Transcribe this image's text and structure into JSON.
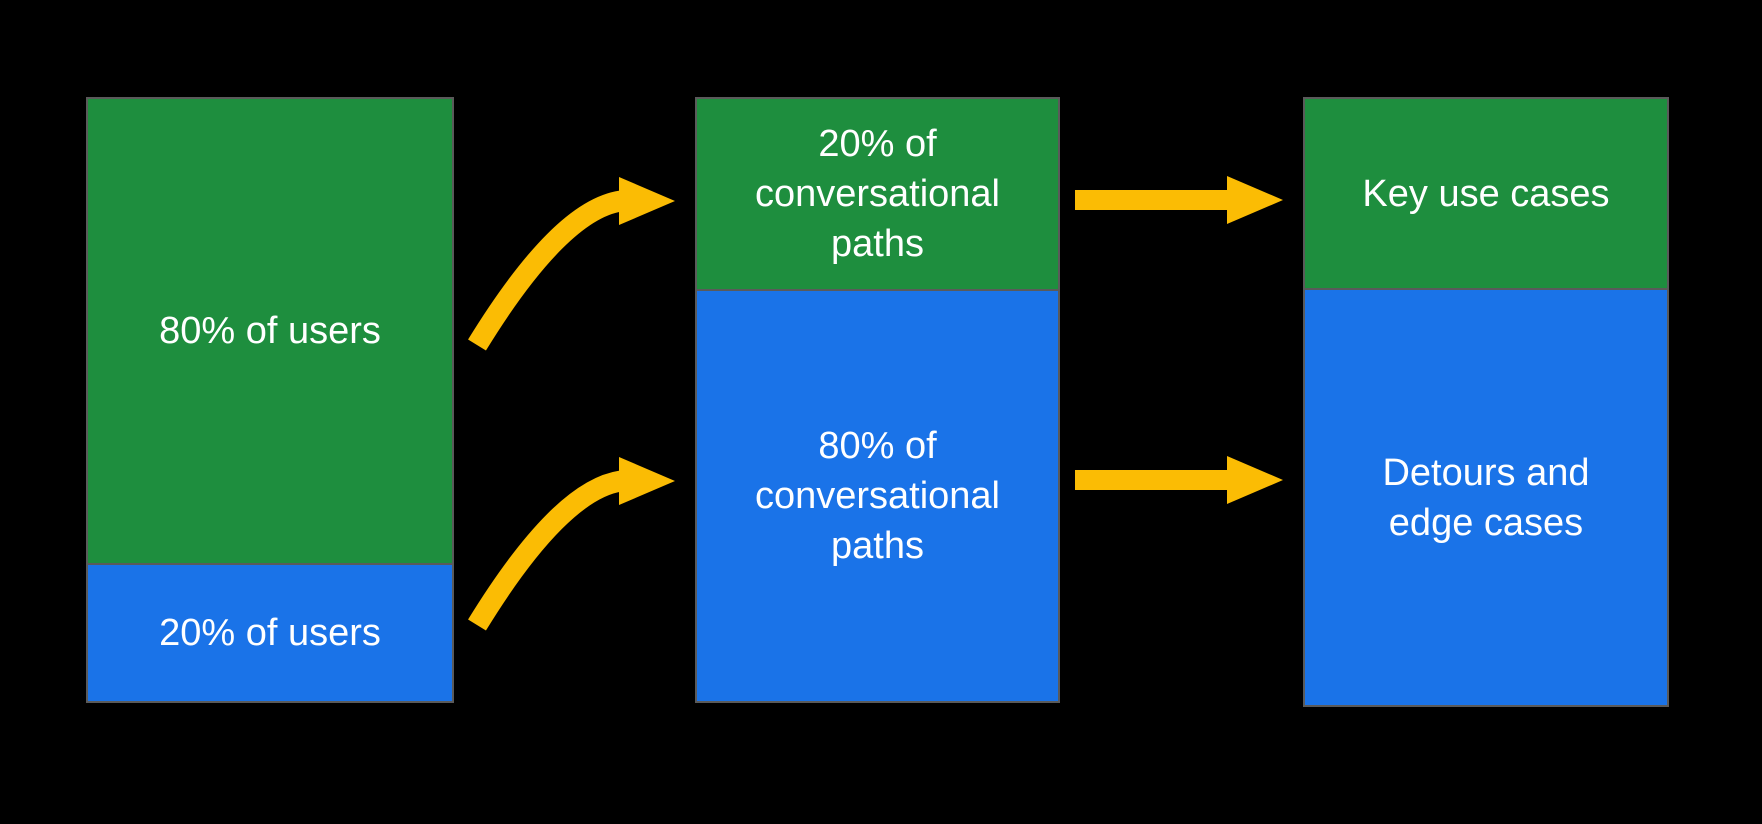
{
  "background_color": "#000000",
  "colors": {
    "green": "#1e8e3e",
    "blue": "#1a73e8",
    "arrow_yellow": "#fbbc04",
    "box_border": "#5a5a5a",
    "text": "#ffffff"
  },
  "columns": [
    {
      "id": "users",
      "sections": [
        {
          "color_name": "green",
          "label": "80% of users"
        },
        {
          "color_name": "blue",
          "label": "20% of users"
        }
      ]
    },
    {
      "id": "conversational-paths",
      "sections": [
        {
          "color_name": "green",
          "label": "20% of\nconversational\npaths"
        },
        {
          "color_name": "blue",
          "label": "80% of\nconversational\npaths"
        }
      ]
    },
    {
      "id": "outcomes",
      "sections": [
        {
          "color_name": "green",
          "label": "Key use cases"
        },
        {
          "color_name": "blue",
          "label": "Detours and\nedge cases"
        }
      ]
    }
  ],
  "arrows": [
    {
      "type": "curved",
      "from": "80% of users",
      "to": "20% of conversational paths"
    },
    {
      "type": "curved",
      "from": "20% of users",
      "to": "80% of conversational paths"
    },
    {
      "type": "straight",
      "from": "20% of conversational paths",
      "to": "Key use cases"
    },
    {
      "type": "straight",
      "from": "80% of conversational paths",
      "to": "Detours and edge cases"
    }
  ]
}
